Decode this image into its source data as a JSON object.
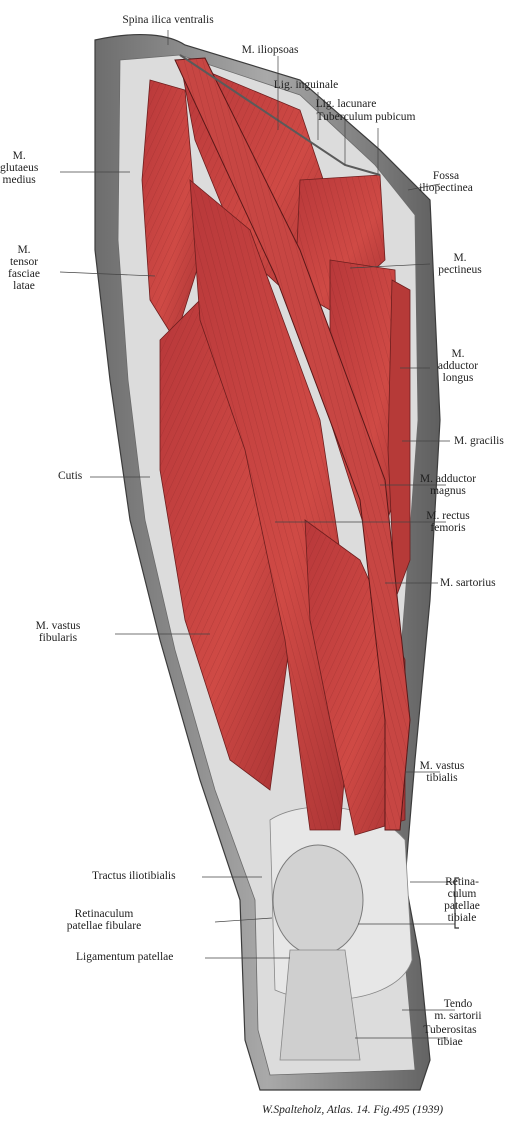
{
  "labels": {
    "spina_ilica_ventralis": "Spina ilica ventralis",
    "m_iliopsoas": "M. iliopsoas",
    "lig_inguinale": "Lig. inguinale",
    "lig_lacunare": "Lig. lacunare",
    "tuberculum_pubicum": "Tuberculum pubicum",
    "m_glutaeus_medius": [
      "M.",
      "glutaeus",
      "medius"
    ],
    "fossa_iliopectinea": [
      "Fossa",
      "iliopectinea"
    ],
    "m_tensor_fasciae_latae": [
      "M.",
      "tensor",
      "fasciae",
      "latae"
    ],
    "m_pectineus": [
      "M.",
      "pectineus"
    ],
    "m_adductor_longus": [
      "M.",
      "adductor",
      "longus"
    ],
    "m_gracilis": "M. gracilis",
    "cutis": "Cutis",
    "m_adductor_magnus": [
      "M. adductor",
      "magnus"
    ],
    "m_rectus_femoris": [
      "M. rectus",
      "femoris"
    ],
    "m_sartorius": "M. sartorius",
    "m_vastus_fibularis": [
      "M. vastus",
      "fibularis"
    ],
    "m_vastus_tibialis": [
      "M. vastus",
      "tibialis"
    ],
    "tractus_iliotibialis": "Tractus iliotibialis",
    "retinaculum_patellae": [
      "Retina-",
      "culum",
      "patellae",
      "tibiale"
    ],
    "retinaculum_patellae_fibulare": [
      "Retinaculum",
      "patellae fibulare"
    ],
    "ligamentum_patellae": "Ligamentum patellae",
    "tendo_m_sartorii": [
      "Tendo",
      "m. sartorii"
    ],
    "tuberositas_tibiae": [
      "Tuberositas",
      "tibiae"
    ]
  },
  "caption": "W.Spalteholz, Atlas. 14. Fig.495 (1939)",
  "colors": {
    "muscle": "#c4403d",
    "muscle_dark": "#8f2a28",
    "skin": "#9c9c9c",
    "fascia": "#e9e9e9",
    "ink": "#1e1e1e"
  }
}
